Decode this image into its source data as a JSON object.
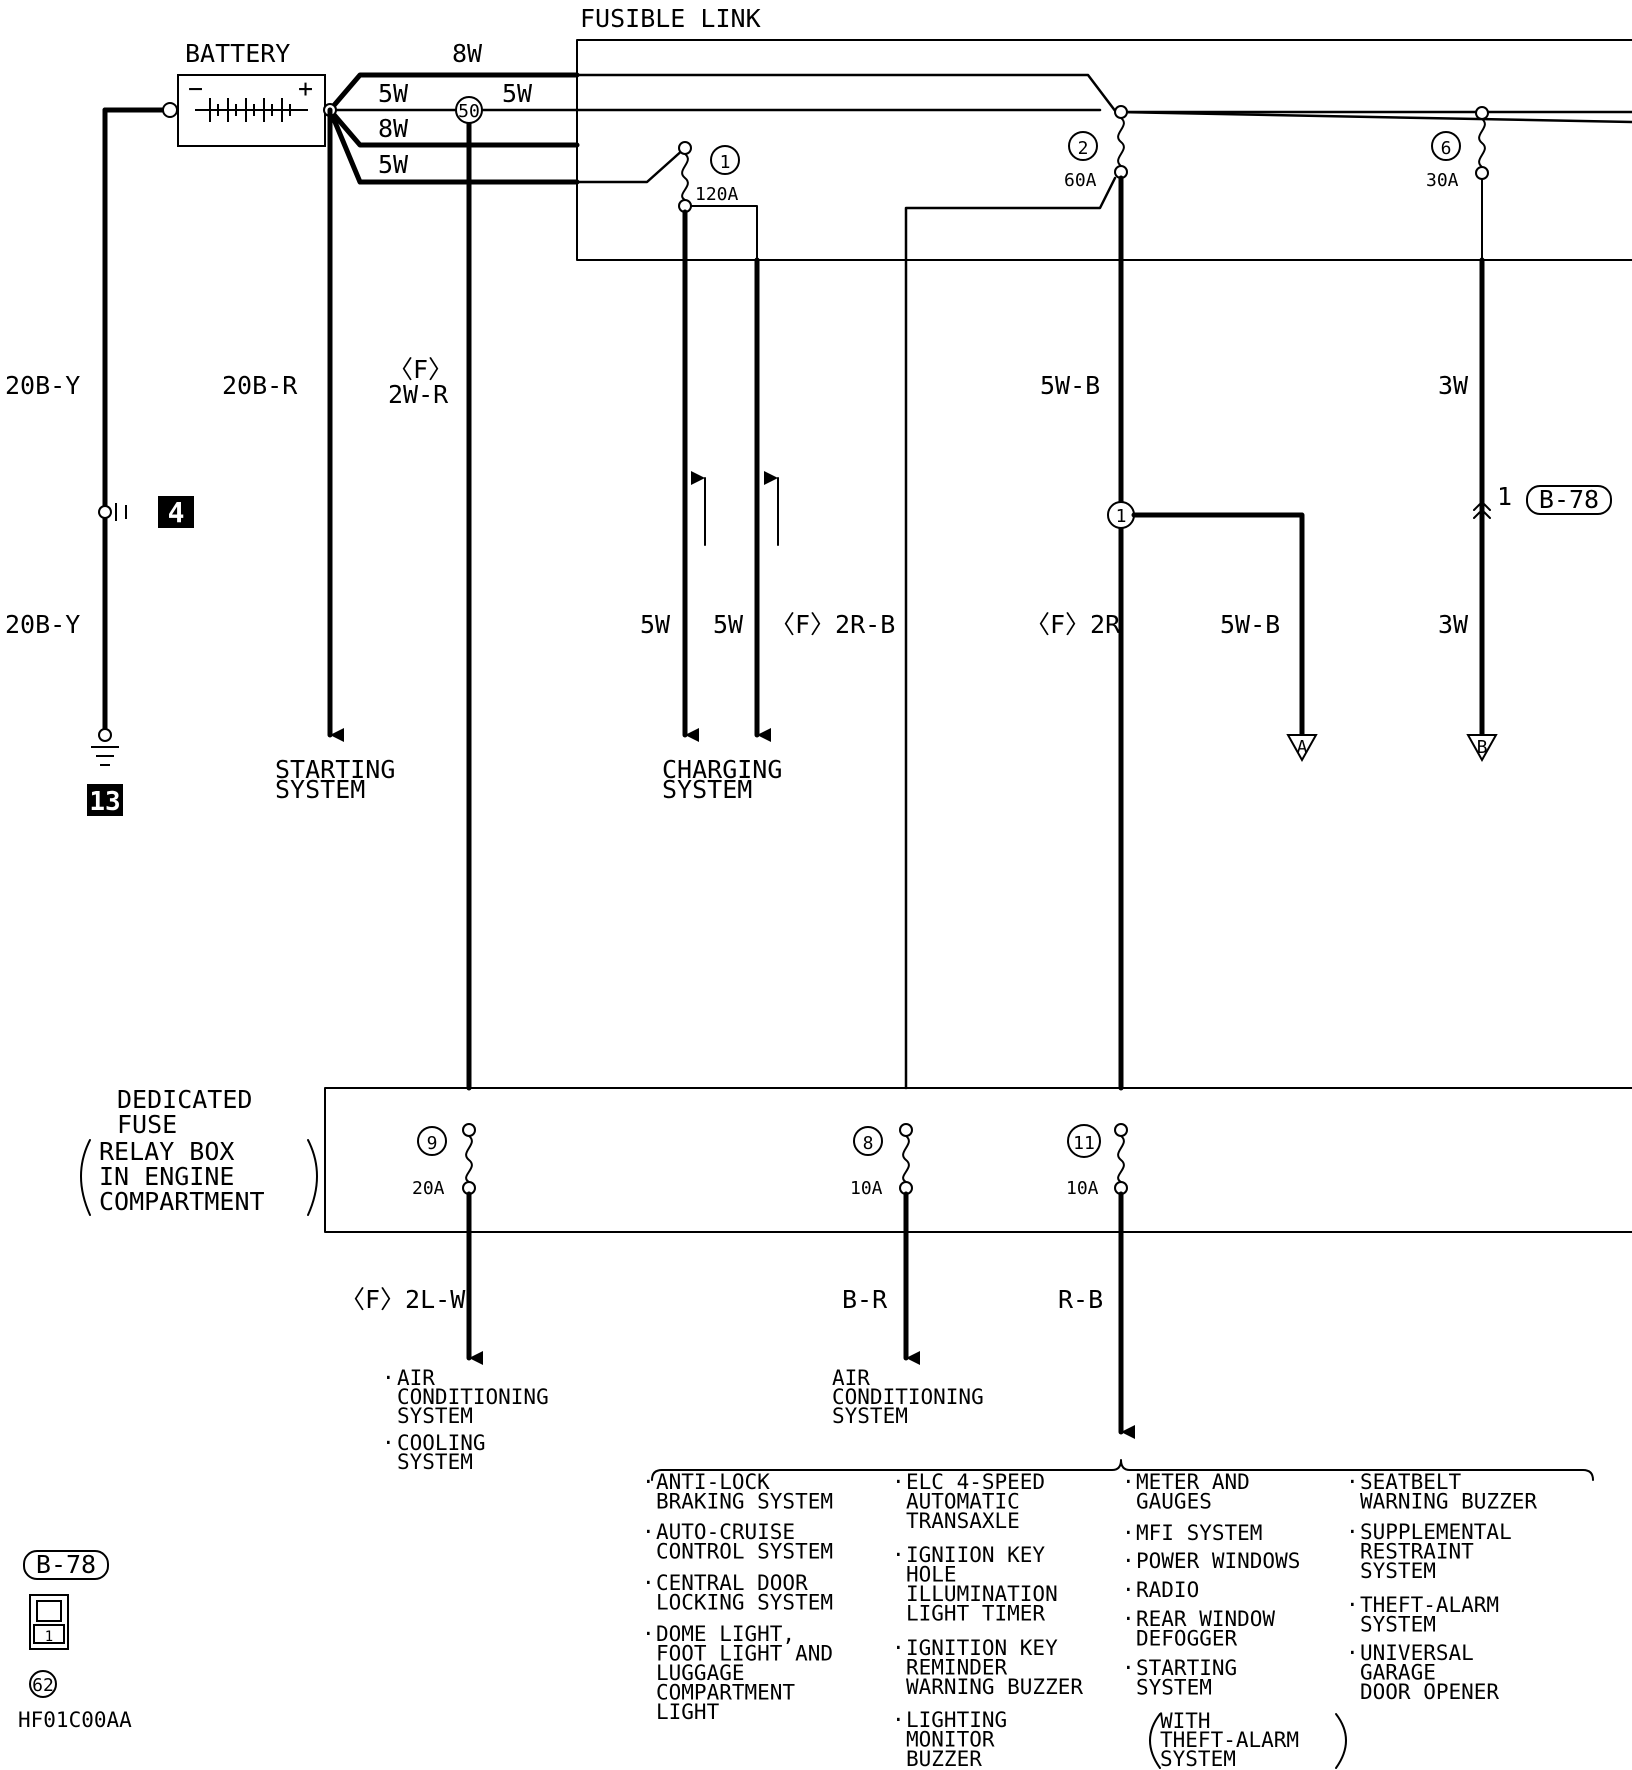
{
  "header": {
    "fusible_link": "FUSIBLE LINK",
    "battery": "BATTERY"
  },
  "battery": {
    "minus": "−",
    "plus": "+"
  },
  "wires": {
    "w8w_top": "8W",
    "w5w_a": "5W",
    "w5w_b": "5W",
    "w8w_b": "8W",
    "w5w_c": "5W",
    "w20by_top": "20B-Y",
    "w20by_bot": "20B-Y",
    "w20br": "20B-R",
    "w2wr_f": "〈F〉",
    "w2wr": "2W-R",
    "w5w_ch1": "5W",
    "w5w_ch2": "5W",
    "w2rb": "〈F〉2R-B",
    "w5wb_top": "5W-B",
    "w2r": "〈F〉2R",
    "w5wb_a": "5W-B",
    "w3w_top": "3W",
    "w3w_bot": "3W",
    "w2lw": "〈F〉2L-W",
    "wbr": "B-R",
    "wrb": "R-B"
  },
  "fuses": {
    "f1": {
      "num": "1",
      "amp": "120A"
    },
    "f2": {
      "num": "2",
      "amp": "60A"
    },
    "f6": {
      "num": "6",
      "amp": "30A"
    },
    "f9": {
      "num": "9",
      "amp": "20A"
    },
    "f8": {
      "num": "8",
      "amp": "10A"
    },
    "f11": {
      "num": "11",
      "amp": "10A"
    }
  },
  "ground": {
    "id4": "4",
    "id13": "13"
  },
  "connectors": {
    "c50": "50",
    "junction1": "1",
    "b78_pin": "1",
    "b78_ref": "B-78",
    "legend_ref": "B-78",
    "legend_pin": "1",
    "legend_num": "62"
  },
  "relay_box": {
    "line1": "DEDICATED",
    "line2": "FUSE",
    "line3": "RELAY BOX",
    "line4": "IN ENGINE",
    "line5": "COMPARTMENT"
  },
  "destinations": {
    "starting": [
      "STARTING",
      "SYSTEM"
    ],
    "charging": [
      "CHARGING",
      "SYSTEM"
    ],
    "arrow_a": "A",
    "arrow_b": "B",
    "ac_left": [
      "AIR",
      "CONDITIONING",
      "SYSTEM"
    ],
    "cooling": [
      "COOLING",
      "SYSTEM"
    ],
    "ac_mid": [
      "AIR",
      "CONDITIONING",
      "SYSTEM"
    ]
  },
  "systems": {
    "col1": [
      [
        "ANTI-LOCK",
        "BRAKING SYSTEM"
      ],
      [
        "AUTO-CRUISE",
        "CONTROL SYSTEM"
      ],
      [
        "CENTRAL DOOR",
        "LOCKING SYSTEM"
      ],
      [
        "DOME LIGHT,",
        "FOOT LIGHT AND",
        "LUGGAGE",
        "COMPARTMENT",
        "LIGHT"
      ]
    ],
    "col2": [
      [
        "ELC 4-SPEED",
        "AUTOMATIC",
        "TRANSAXLE"
      ],
      [
        "IGNIION KEY",
        "HOLE",
        "ILLUMINATION",
        "LIGHT TIMER"
      ],
      [
        "IGNITION KEY",
        "REMINDER",
        "WARNING BUZZER"
      ],
      [
        "LIGHTING",
        "MONITOR",
        "BUZZER"
      ]
    ],
    "col3": [
      [
        "METER AND",
        "GAUGES"
      ],
      [
        "MFI SYSTEM"
      ],
      [
        "POWER WINDOWS"
      ],
      [
        "RADIO"
      ],
      [
        "REAR WINDOW",
        "DEFOGGER"
      ],
      [
        "STARTING",
        "SYSTEM"
      ]
    ],
    "col3_note": [
      "WITH",
      "THEFT-ALARM",
      "SYSTEM"
    ],
    "col4": [
      [
        "SEATBELT",
        "WARNING BUZZER"
      ],
      [
        "SUPPLEMENTAL",
        "RESTRAINT",
        "SYSTEM"
      ],
      [
        "THEFT-ALARM",
        "SYSTEM"
      ],
      [
        "UNIVERSAL",
        "GARAGE",
        "DOOR OPENER"
      ]
    ]
  },
  "code": "HF01C00AA"
}
